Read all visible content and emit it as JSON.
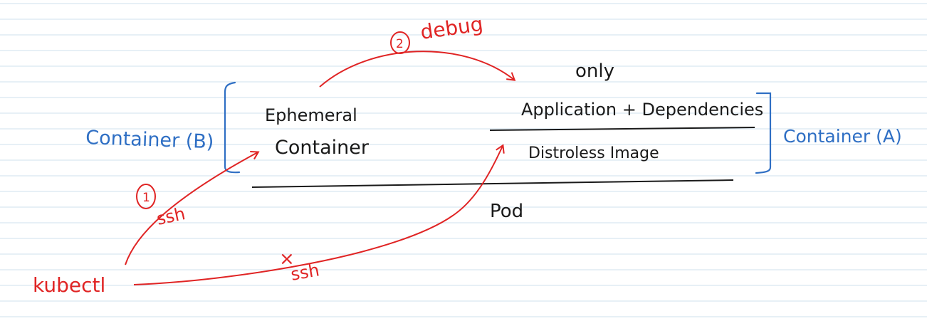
{
  "labels": {
    "container_b": "Container (B)",
    "ephemeral_line1": "Ephemeral",
    "ephemeral_line2": "Container",
    "only": "only",
    "app_deps": "Application + Dependencies",
    "distroless": "Distroless Image",
    "container_a": "Container (A)",
    "pod": "Pod",
    "kubectl": "kubectl",
    "step1": "1",
    "step2": "2",
    "debug": "debug",
    "ssh_ok": "ssh",
    "ssh_blocked": "ssh",
    "blocked_mark": "×"
  },
  "colors": {
    "ink": "#1a1a1a",
    "blue": "#2f6fc4",
    "red": "#e02424",
    "rule": "#cfe0ee"
  }
}
